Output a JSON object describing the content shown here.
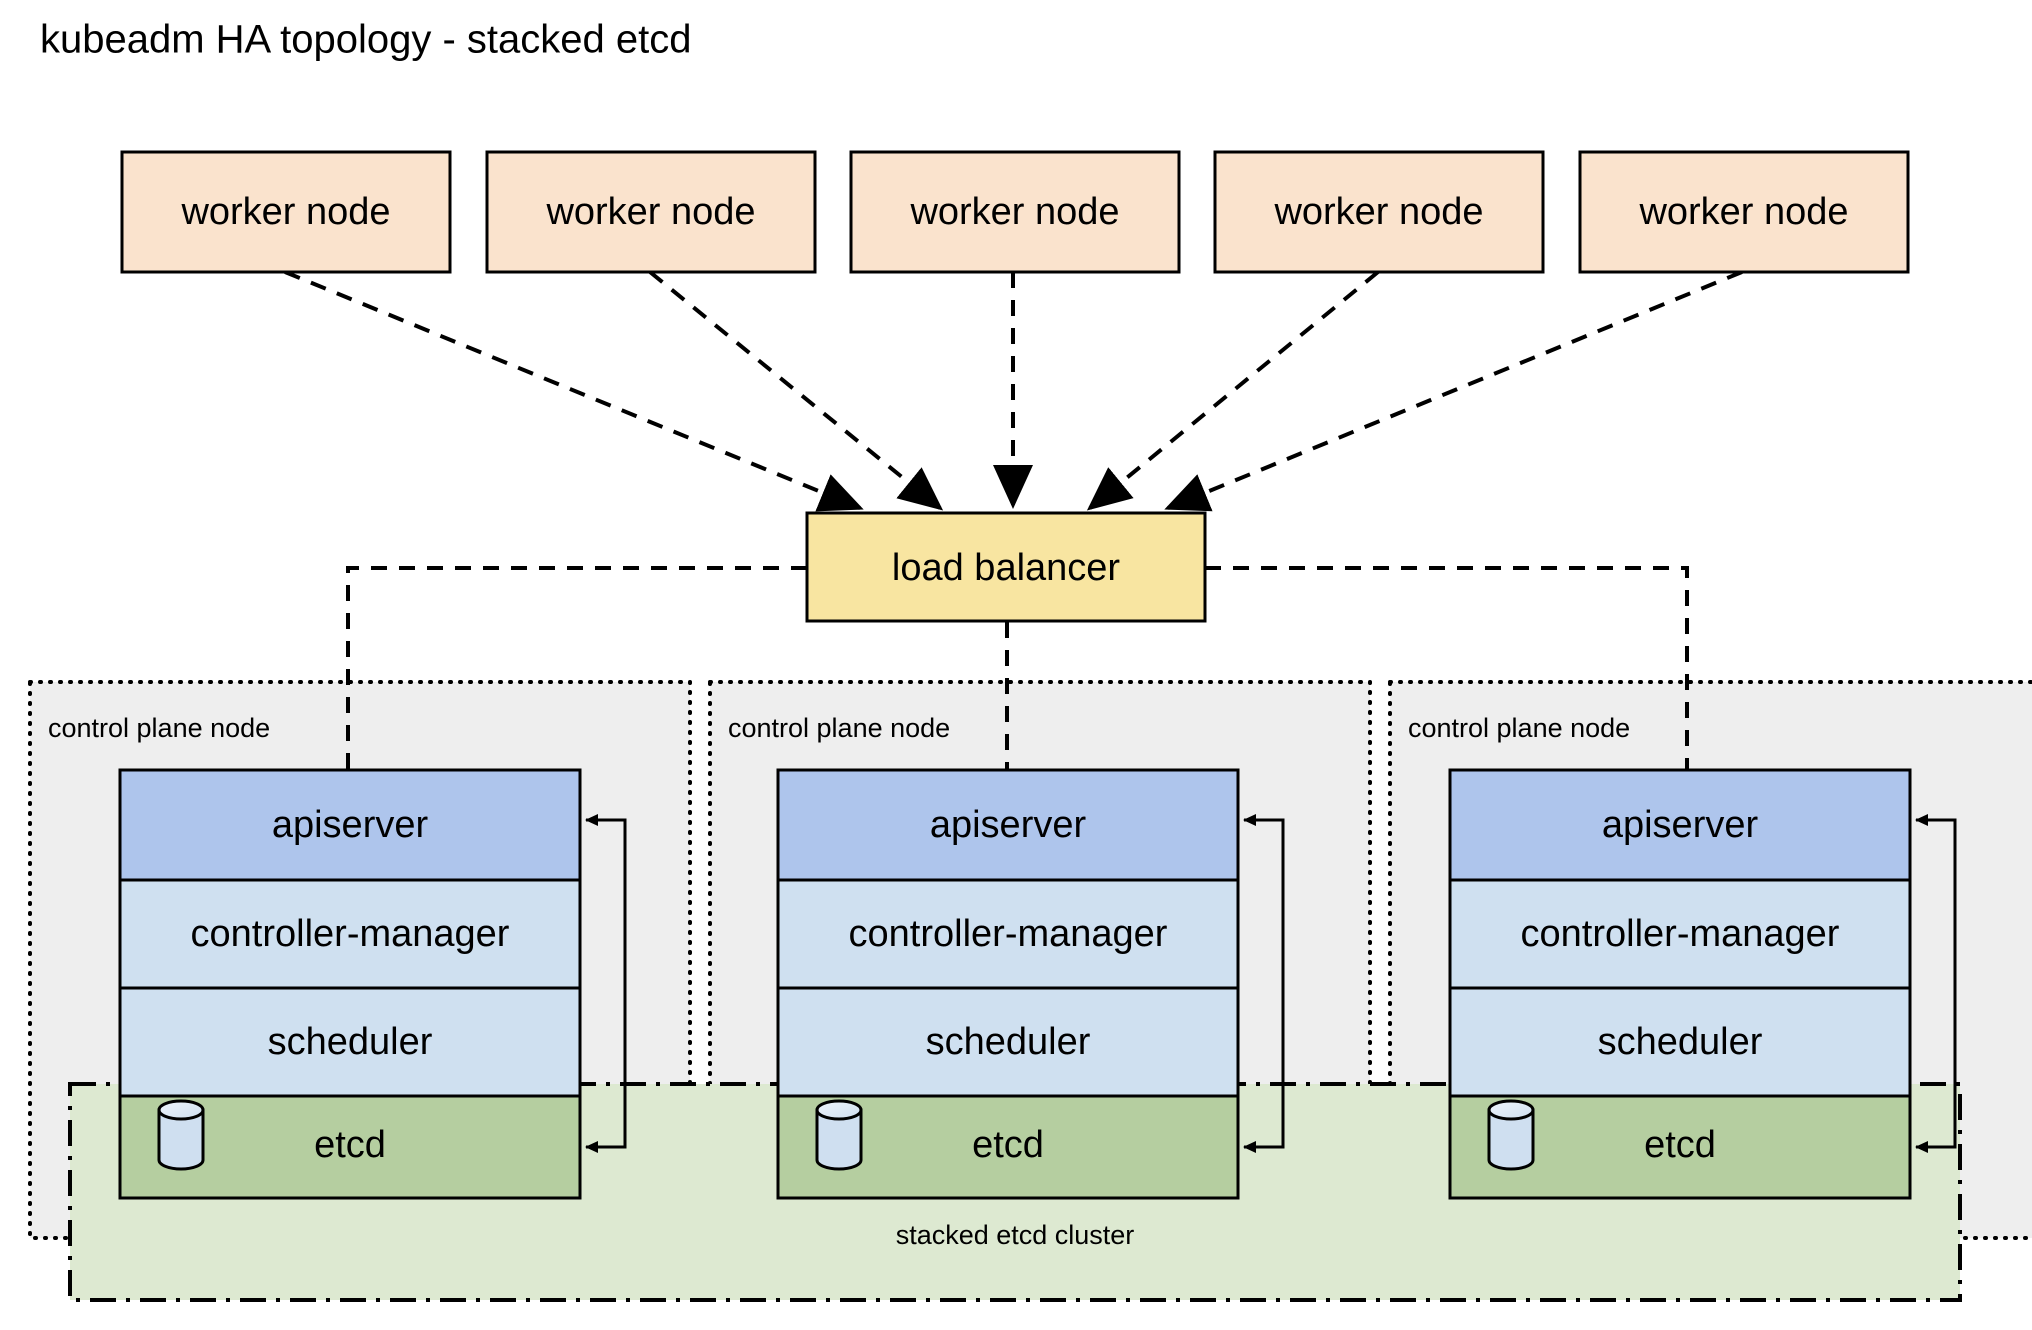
{
  "title": "kubeadm HA topology - stacked etcd",
  "colors": {
    "worker_fill": "#fae3cd",
    "loadbalancer_fill": "#f8e5a1",
    "apiserver_fill": "#aec5ec",
    "component_fill": "#cfe0f0",
    "etcd_fill": "#b5ceA0",
    "cluster_fill": "#dde9d1",
    "control_plane_fill": "#eeeeee",
    "cylinder_fill": "#cfdff0",
    "stroke": "#000000"
  },
  "workers": [
    {
      "label": "worker node"
    },
    {
      "label": "worker node"
    },
    {
      "label": "worker node"
    },
    {
      "label": "worker node"
    },
    {
      "label": "worker node"
    }
  ],
  "load_balancer": {
    "label": "load balancer"
  },
  "control_planes": [
    {
      "group_label": "control plane node",
      "components": [
        {
          "label": "apiserver",
          "kind": "apiserver"
        },
        {
          "label": "controller-manager",
          "kind": "component"
        },
        {
          "label": "scheduler",
          "kind": "component"
        },
        {
          "label": "etcd",
          "kind": "etcd",
          "icon": "database-cylinder-icon"
        }
      ]
    },
    {
      "group_label": "control plane node",
      "components": [
        {
          "label": "apiserver",
          "kind": "apiserver"
        },
        {
          "label": "controller-manager",
          "kind": "component"
        },
        {
          "label": "scheduler",
          "kind": "component"
        },
        {
          "label": "etcd",
          "kind": "etcd",
          "icon": "database-cylinder-icon"
        }
      ]
    },
    {
      "group_label": "control plane node",
      "components": [
        {
          "label": "apiserver",
          "kind": "apiserver"
        },
        {
          "label": "controller-manager",
          "kind": "component"
        },
        {
          "label": "scheduler",
          "kind": "component"
        },
        {
          "label": "etcd",
          "kind": "etcd",
          "icon": "database-cylinder-icon"
        }
      ]
    }
  ],
  "etcd_cluster": {
    "label": "stacked etcd cluster"
  }
}
